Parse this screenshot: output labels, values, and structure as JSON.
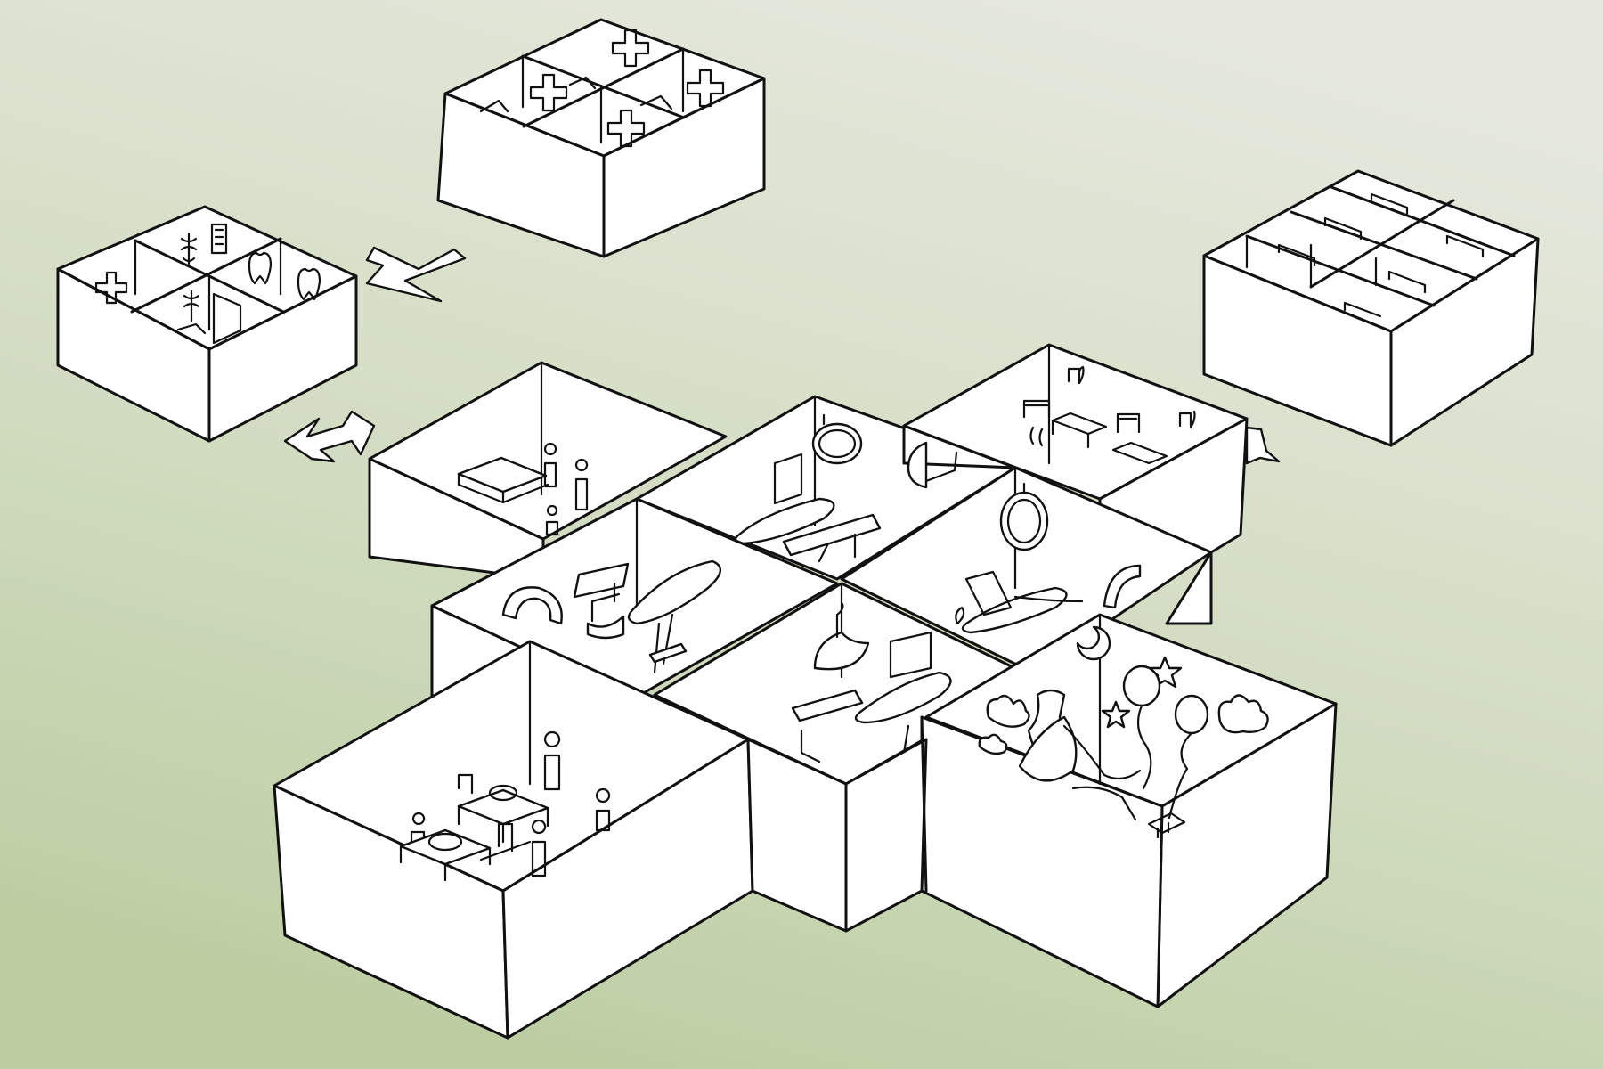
{
  "colors": {
    "background_top": "#e6e8de",
    "background_bottom": "#bccda1",
    "ink": "#111111",
    "paper": "#ffffff"
  },
  "modules": [
    {
      "id": "clinic-module-cross-rooms",
      "icons": [
        "medical-cross-icon",
        "medical-cross-icon",
        "medical-cross-icon",
        "medical-cross-icon"
      ]
    },
    {
      "id": "specialist-module",
      "icons": [
        "medical-cross-icon",
        "caduceus-icon",
        "xray-icon",
        "tooth-icon",
        "tooth-icon",
        "caduceus-icon",
        "door-icon"
      ]
    },
    {
      "id": "ward-module",
      "icons": [
        "bed-icon",
        "bed-icon",
        "bed-icon",
        "bed-icon",
        "bed-icon",
        "bed-icon"
      ]
    },
    {
      "id": "surgical-core",
      "icons": [
        "operating-lamp-icon",
        "operating-table-icon",
        "people-icon",
        "bed-icon",
        "balloon-icon",
        "star-icon",
        "moon-icon",
        "cloud-icon",
        "curtain-icon"
      ]
    }
  ],
  "arrows": [
    "arrow-into-specialist-module",
    "double-arrow-specialist-core",
    "arrow-up-to-ward-module"
  ]
}
